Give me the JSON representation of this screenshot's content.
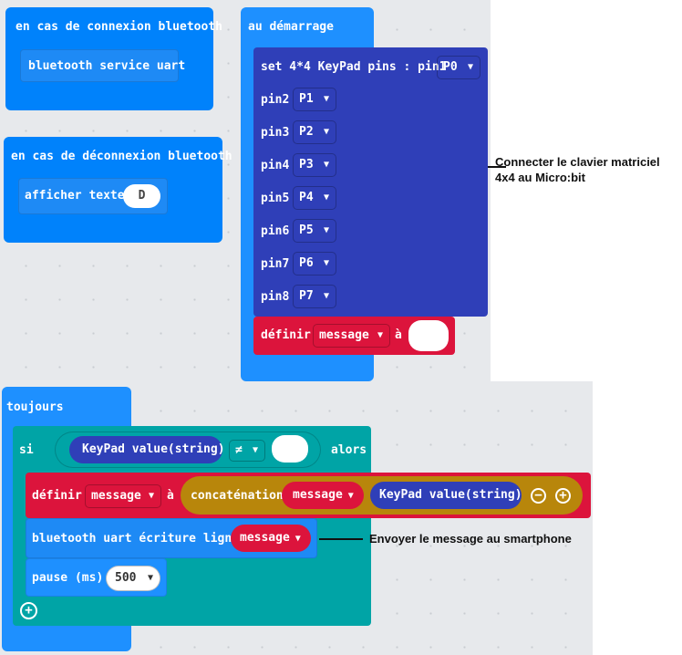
{
  "colors": {
    "bluetooth": "#0082fb",
    "keypad": "#2f3fb8",
    "variables": "#dc143c",
    "logic": "#00a4a6",
    "text": "#b8860b",
    "basic": "#1e90ff",
    "workspace": "#e7e9ec"
  },
  "blocks": {
    "on_connect": {
      "title": "en cas de connexion bluetooth",
      "inner": "bluetooth service uart"
    },
    "on_disconnect": {
      "title": "en cas de déconnexion bluetooth",
      "show_text": "afficher texte",
      "value": "D"
    },
    "on_start": {
      "title": "au démarrage",
      "setup_label": "set 4*4 KeyPad pins : pin1",
      "pin1": "P0",
      "pins": [
        {
          "label": "pin2",
          "value": "P1"
        },
        {
          "label": "pin3",
          "value": "P2"
        },
        {
          "label": "pin4",
          "value": "P3"
        },
        {
          "label": "pin5",
          "value": "P4"
        },
        {
          "label": "pin6",
          "value": "P5"
        },
        {
          "label": "pin7",
          "value": "P6"
        },
        {
          "label": "pin8",
          "value": "P7"
        }
      ],
      "set_label": "définir",
      "var": "message",
      "to": "à",
      "value": ""
    },
    "forever": {
      "title": "toujours",
      "if_label": "si",
      "keypad_value": "KeyPad value(string)",
      "operator": "≠",
      "compare": "",
      "then_label": "alors",
      "set_label": "définir",
      "var": "message",
      "to": "à",
      "join_label": "concaténation",
      "join_var": "message",
      "join_keypad": "KeyPad value(string)",
      "uart_label": "bluetooth uart écriture ligne",
      "uart_var": "message",
      "pause_label": "pause (ms)",
      "pause_value": "500",
      "minus": "−",
      "plus": "+"
    }
  },
  "annotations": {
    "keypad_note_line1": "Connecter le clavier matriciel",
    "keypad_note_line2": "4x4 au Micro:bit",
    "uart_note": "Envoyer le message au smartphone"
  }
}
